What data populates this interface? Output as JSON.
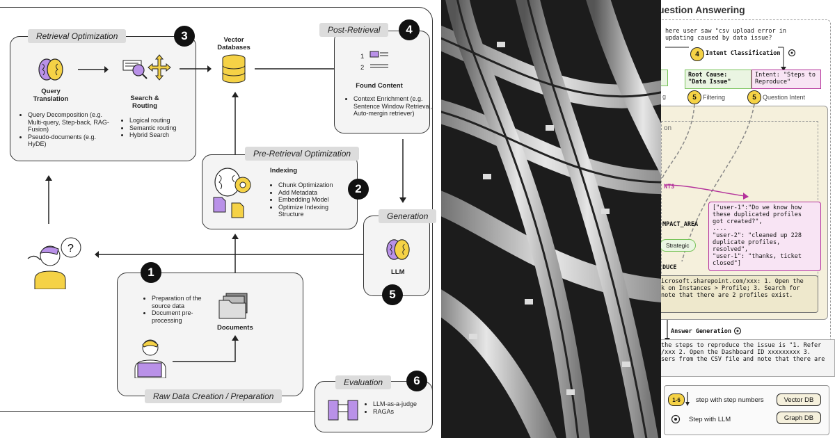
{
  "left": {
    "retrieval_opt": {
      "tag": "Retrieval Optimization",
      "num": "3",
      "query_title": "Query Translation",
      "query_items": [
        "Query Decomposition (e.g. Multi-query, Step-back, RAG-Fusion)",
        "Pseudo-documents (e.g. HyDE)"
      ],
      "search_title": "Search & Routing",
      "search_items": [
        "Logical routing",
        "Semantic routing",
        "Hybrid Search"
      ]
    },
    "vector_db": "Vector Databases",
    "post_retrieval": {
      "tag": "Post-Retrieval",
      "num": "4",
      "title": "Found Content",
      "doc_nums": [
        "1",
        "2"
      ],
      "items": [
        "Context Enrichment (e.g. Sentence Window Retrieval, Auto-mergin retriever)"
      ]
    },
    "pre_retrieval": {
      "tag": "Pre-Retrieval Optimization",
      "num": "2",
      "title": "Indexing",
      "items": [
        "Chunk Optimization",
        "Add Metadata",
        "Embedding Model",
        "Optimize Indexing Structure"
      ]
    },
    "generation": {
      "tag": "Generation",
      "llm": "LLM",
      "num": "5"
    },
    "raw_data": {
      "tag": "Raw Data Creation / Preparation",
      "num": "1",
      "items": [
        "Preparation of the source data",
        "Document pre-processing"
      ],
      "documents": "Documents"
    },
    "evaluation": {
      "tag": "Evaluation",
      "num": "6",
      "items": [
        "LLM-as-a-judge",
        "RAGAs"
      ]
    }
  },
  "right": {
    "title": "uestion Answering",
    "question": "here user saw \"csv upload error in updating caused by data issue?",
    "intent_num": "4",
    "intent_label": "Intent Classification",
    "root_cause": "Root Cause:\n\"Data Issue\"",
    "intent_box": "Intent: \"Steps to\nReproduce\"",
    "filter_num": "5",
    "filter_label": "Filtering",
    "qi_num": "5",
    "qi_label": "Question Intent",
    "cut_g": "g",
    "cut_on": "on",
    "nts": "NTS",
    "impact": "MPACT_AREA",
    "strategic": "Strategic",
    "duce": "DUCE",
    "chat": "[\"user-1\":\"Do we know how\nthese duplicated profiles\ngot created?\",\n....\n\"user-2\": \"cleaned up 228\nduplicate profiles,\nresolved\",\n\"user-1\": \"thanks, ticket\nclosed\"]",
    "sharepoint": "icrosoft.sharepoint.com/xxx: 1. Open the\nk on Instances > Profile; 3. Search for\nnote that there are 2 profiles exist.",
    "answer_label": "Answer Generation",
    "answer_text": "the steps to reproduce the issue is \"1. Refer\n/xxx 2. Open the Dashboard ID xxxxxxxxx 3.\nsers from the CSV file and note that there are",
    "legend_num": "1-6",
    "legend_step": "step with step numbers",
    "legend_llm": "Step with LLM",
    "legend_vdb": "Vector DB",
    "legend_gdb": "Graph DB"
  },
  "colors": {
    "yellow": "#f5d246",
    "purple": "#b991e8",
    "magenta": "#b4329b",
    "green": "#78c35a",
    "beige": "#f5f0dc"
  }
}
